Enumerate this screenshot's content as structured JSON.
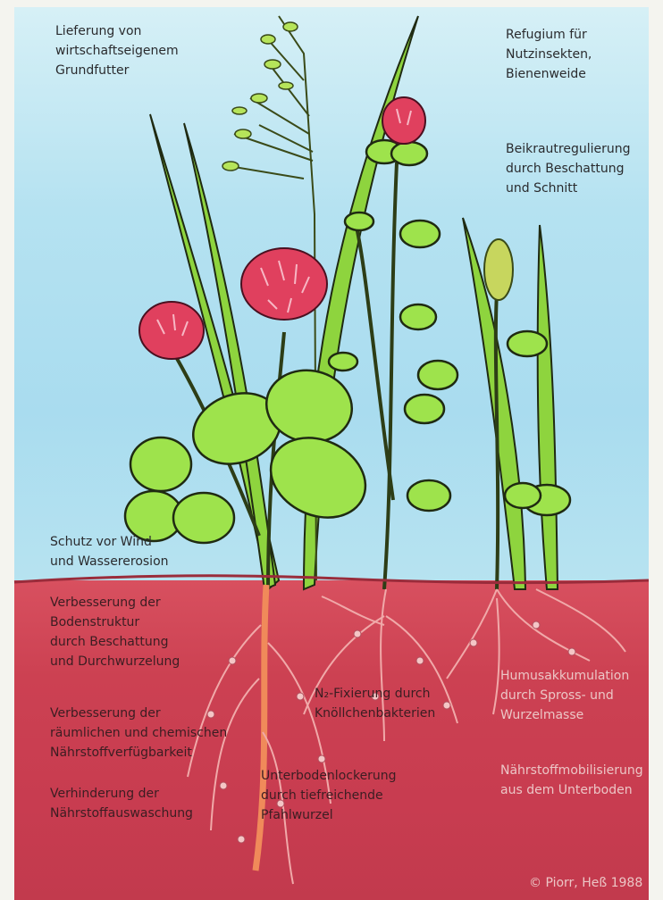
{
  "labels": {
    "forage": "Lieferung von\nwirtschaftseigenem\nGrundfutter",
    "refuge": "Refugium für\nNutzinsekten,\nBienenweide",
    "weed_control": "Beikrautregulierung\ndurch Beschattung\nund Schnitt",
    "erosion": "Schutz vor Wind\nund Wassererosion",
    "soil_structure": "Verbesserung der\nBodenstruktur\ndurch Beschattung\nund Durchwurzelung",
    "nutrient_availability": "Verbesserung der\nräumlichen und chemischen\nNährstoffverfügbarkeit",
    "leaching": "Verhinderung der\nNährstoffauswaschung",
    "n_fixation": "N₂-Fixierung durch\nKnöllchenbakterien",
    "subsoil": "Unterbodenlockerung\ndurch tiefreichende\nPfahlwurzel",
    "humus": "Humusakkumulation\ndurch Spross- und\nWurzelmasse",
    "mobilization": "Nährstoffmobilisierung\naus dem Unterboden",
    "credit": "© Piorr, Heß 1988"
  },
  "colors": {
    "sky": "#b5e2f1",
    "soil": "#c83c50",
    "leaf": "#9ee34c",
    "flower": "#e0405e",
    "outline": "#1f2a12"
  }
}
